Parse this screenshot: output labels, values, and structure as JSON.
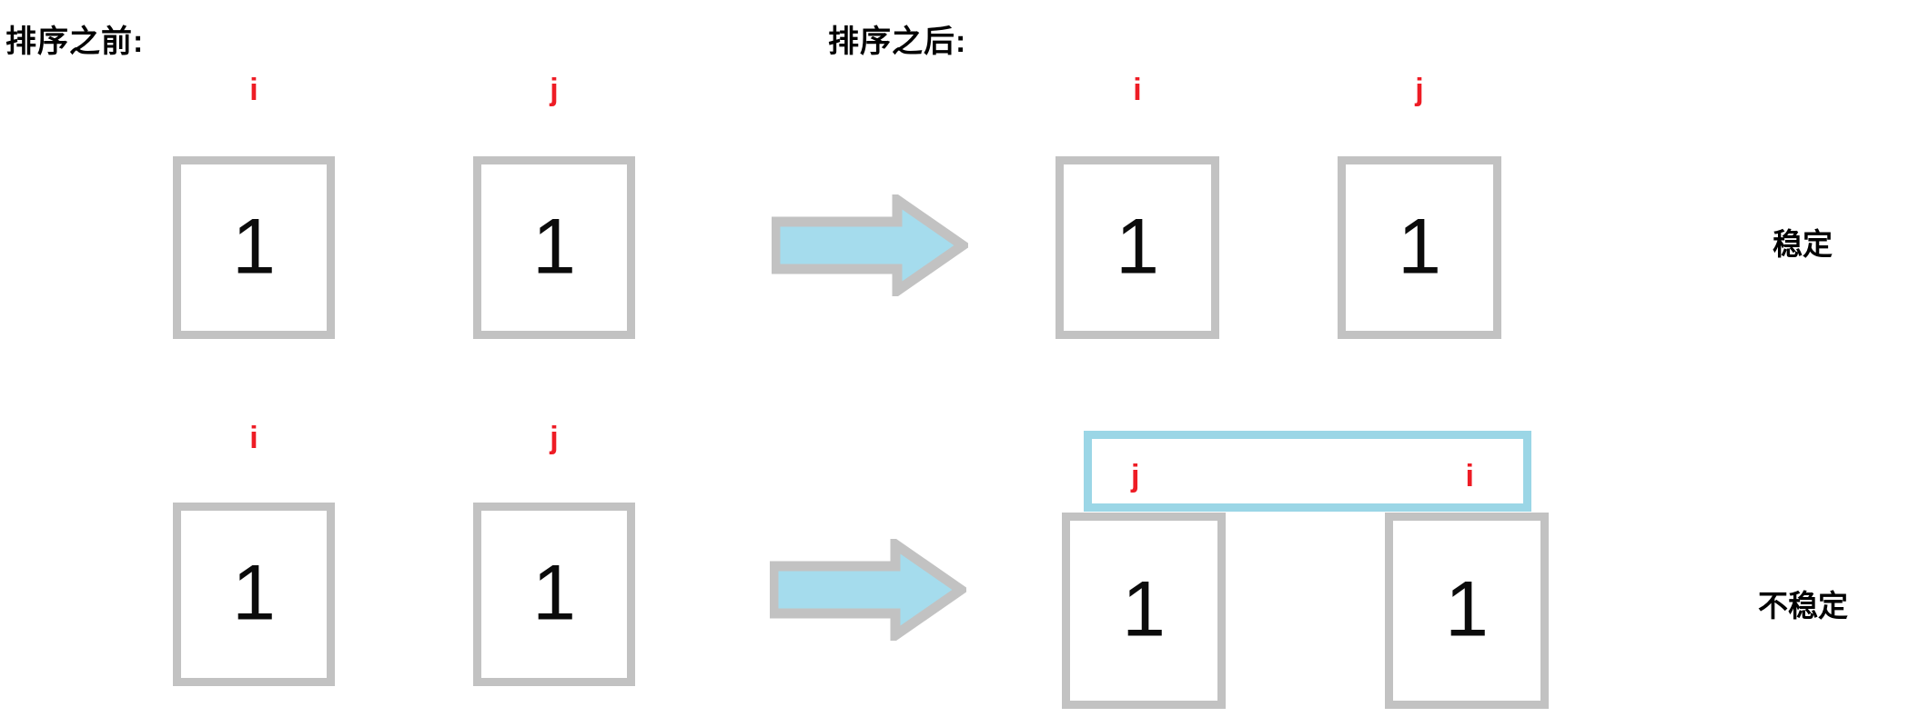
{
  "diagram": {
    "title_before": "排序之前:",
    "title_after": "排序之后:",
    "colors": {
      "cell_border": "#c2c2c2",
      "index_label": "#ee1c25",
      "arrow_fill": "#a5dced",
      "arrow_stroke": "#c2c2c2",
      "swap_box_border": "#9bd6e6",
      "text": "#000000",
      "background": "#ffffff"
    },
    "rows": [
      {
        "id": "stable-row",
        "verdict": "稳定",
        "before": {
          "cells": [
            {
              "label": "i",
              "value": "1"
            },
            {
              "label": "j",
              "value": "1"
            }
          ]
        },
        "arrow": "right-arrow",
        "after": {
          "cells": [
            {
              "label": "i",
              "value": "1"
            },
            {
              "label": "j",
              "value": "1"
            }
          ],
          "swap_highlight": null
        }
      },
      {
        "id": "unstable-row",
        "verdict": "不稳定",
        "before": {
          "cells": [
            {
              "label": "i",
              "value": "1"
            },
            {
              "label": "j",
              "value": "1"
            }
          ]
        },
        "arrow": "right-arrow",
        "after": {
          "cells": [
            {
              "label": "",
              "value": "1"
            },
            {
              "label": "",
              "value": "1"
            }
          ],
          "swap_highlight": {
            "left_label": "j",
            "right_label": "i"
          }
        }
      }
    ]
  }
}
